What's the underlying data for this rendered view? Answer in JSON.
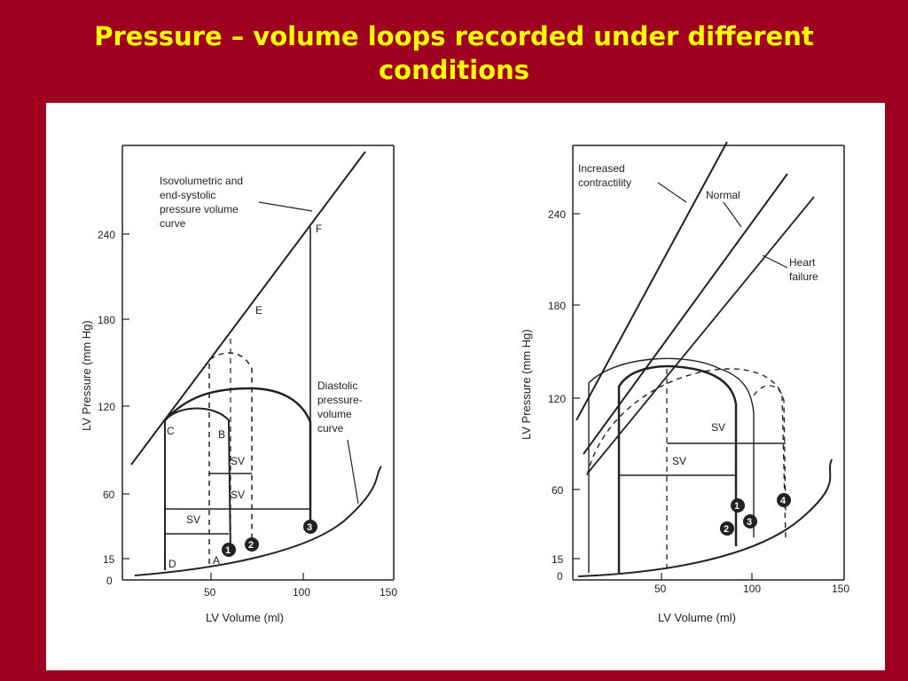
{
  "title_line1": "Pressure – volume loops recorded under different",
  "title_line2": "conditions",
  "colors": {
    "background": "#a00020",
    "title": "#ffff00",
    "panel": "#ffffff",
    "ink": "#222222"
  },
  "left": {
    "x_label": "LV Volume (ml)",
    "y_label": "LV Pressure (mm Hg)",
    "x_ticks": [
      "50",
      "100",
      "150"
    ],
    "y_ticks": [
      "0",
      "15",
      "60",
      "120",
      "180",
      "240"
    ],
    "esp_label": [
      "Isovolumetric and",
      "end-systolic",
      "pressure volume",
      "curve"
    ],
    "dia_label": [
      "Diastolic",
      "pressure-",
      "volume",
      "curve"
    ],
    "points": {
      "A": "A",
      "B": "B",
      "C": "C",
      "D": "D",
      "E": "E",
      "F": "F"
    },
    "sv": [
      "SV",
      "SV",
      "SV"
    ],
    "markers": [
      "1",
      "2",
      "3"
    ]
  },
  "right": {
    "x_label": "LV Volume (ml)",
    "y_label": "LV Pressure (mm Hg)",
    "x_ticks": [
      "0",
      "50",
      "100",
      "150"
    ],
    "y_ticks": [
      "15",
      "60",
      "120",
      "180",
      "240"
    ],
    "inc_label": [
      "Increased",
      "contractility"
    ],
    "normal_label": "Normal",
    "hf_label": [
      "Heart",
      "failure"
    ],
    "sv": [
      "SV",
      "SV"
    ],
    "markers": [
      "1",
      "2",
      "3",
      "4"
    ]
  }
}
